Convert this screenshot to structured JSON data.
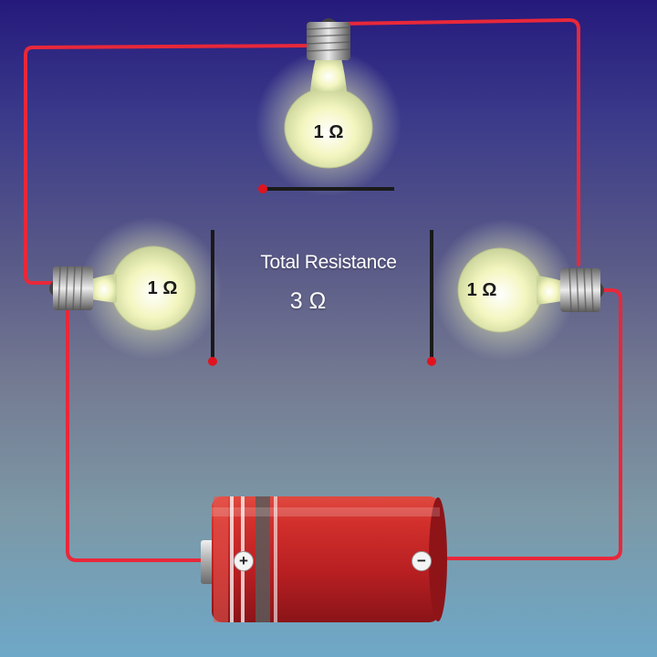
{
  "panel": {
    "title": "Total Resistance",
    "total": "3 Ω"
  },
  "bulbs": [
    {
      "id": "top",
      "resistance": "1  Ω"
    },
    {
      "id": "left",
      "resistance": "1  Ω"
    },
    {
      "id": "right",
      "resistance": "1  Ω"
    }
  ],
  "battery": {
    "plus": "+",
    "minus": "−"
  },
  "colors": {
    "wire": "#e8283a",
    "battery": "#c8262a",
    "bulb_glow": "#f7f8c8",
    "marker_dot": "#e0141e"
  }
}
